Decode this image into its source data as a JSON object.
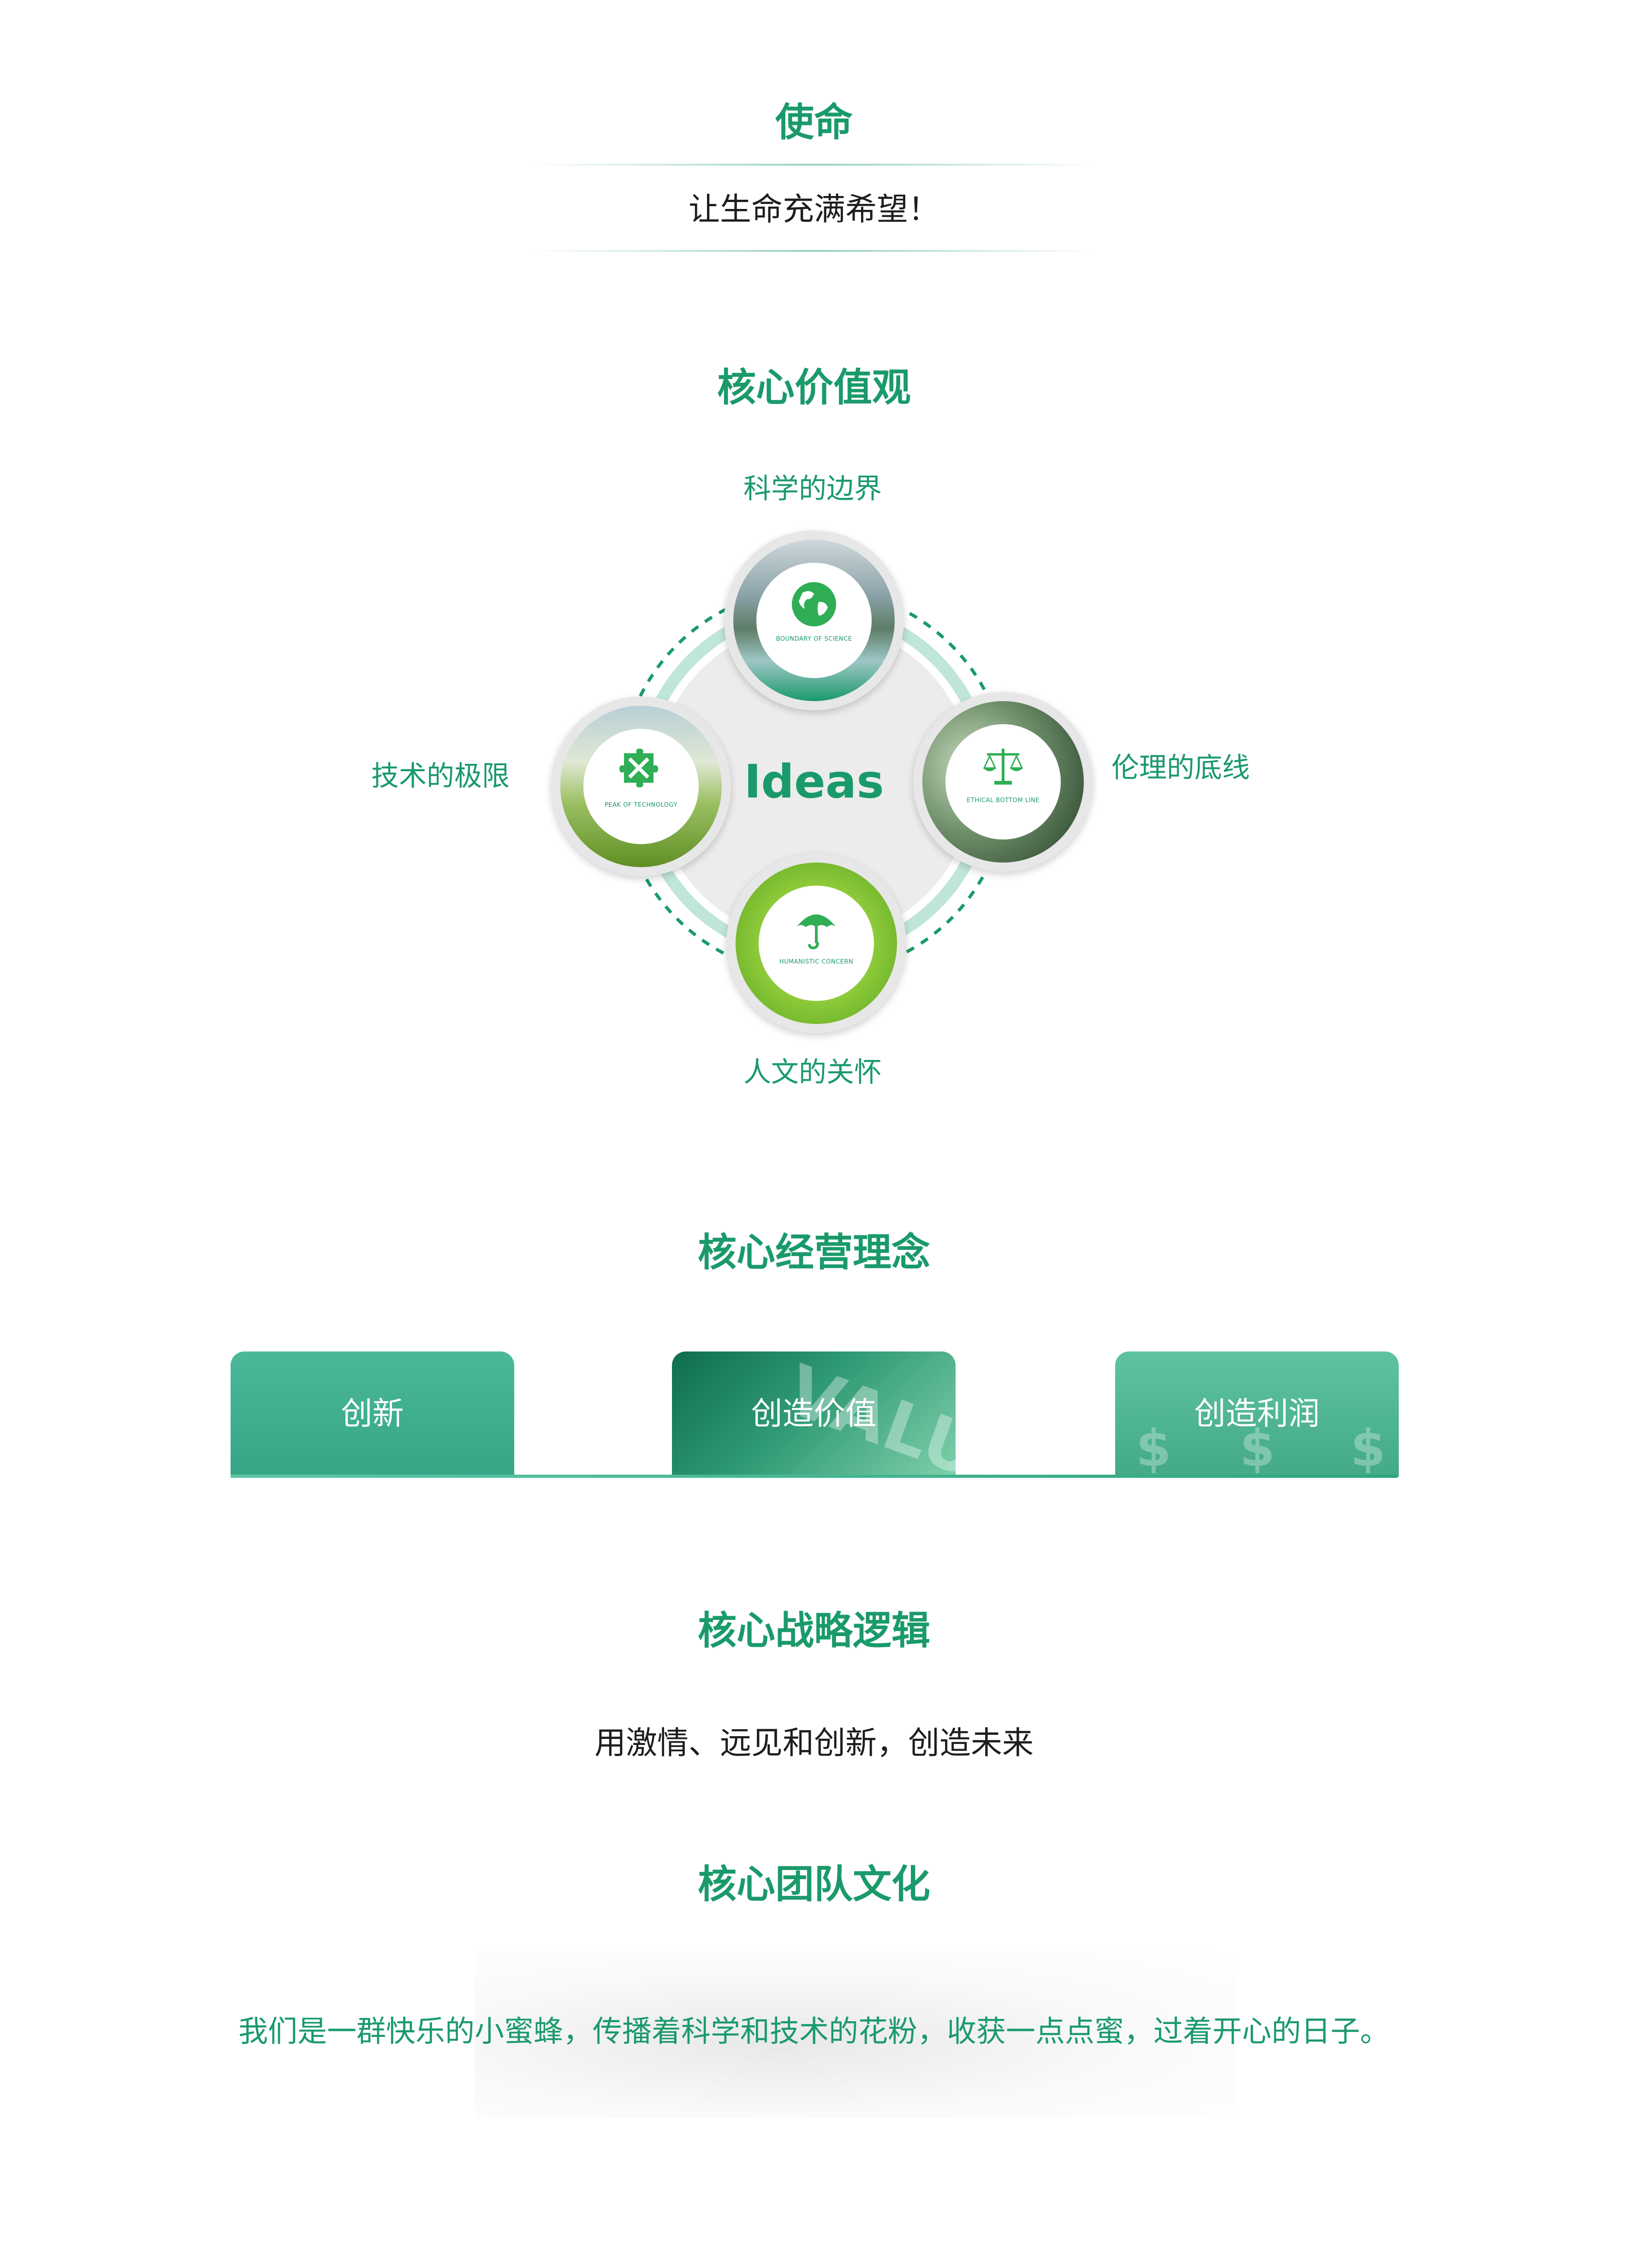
{
  "mission": {
    "title": "使命",
    "text": "让生命充满希望！"
  },
  "values": {
    "title": "核心价值观",
    "center": "Ideas",
    "items": [
      {
        "label": "科学的边界",
        "caption": "BOUNDARY OF SCIENCE",
        "icon": "globe-icon"
      },
      {
        "label": "伦理的底线",
        "caption": "ETHICAL BOTTOM LINE",
        "icon": "scales-icon"
      },
      {
        "label": "人文的关怀",
        "caption": "HUMANISTIC CONCERN",
        "icon": "umbrella-icon"
      },
      {
        "label": "技术的极限",
        "caption": "PEAK OF TECHNOLOGY",
        "icon": "puzzle-icon"
      }
    ]
  },
  "philosophy": {
    "title": "核心经营理念",
    "cards": [
      {
        "label": "创新"
      },
      {
        "label": "创造价值",
        "watermark": "VALUE"
      },
      {
        "label": "创造利润"
      }
    ]
  },
  "strategy": {
    "title": "核心战略逻辑",
    "text": "用激情、远见和创新，创造未来"
  },
  "culture": {
    "title": "核心团队文化",
    "text": "我们是一群快乐的小蜜蜂，传播着科学和技术的花粉，收获一点点蜜，过着开心的日子。"
  },
  "colors": {
    "accent": "#1a9a6b",
    "card_green": "#3aa886"
  }
}
